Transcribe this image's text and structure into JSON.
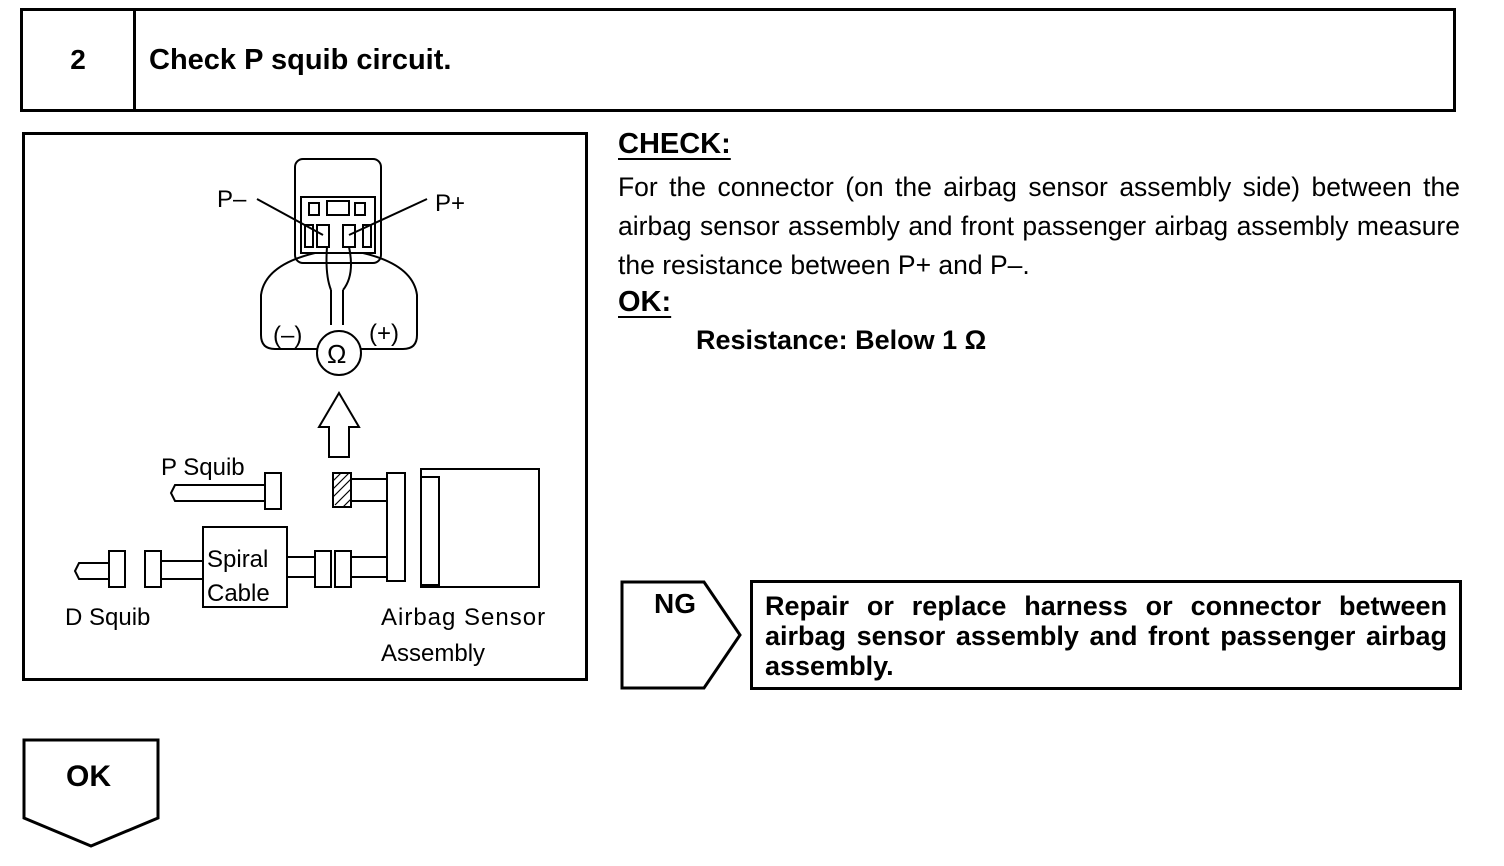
{
  "step": {
    "number": "2",
    "title": "Check P squib circuit."
  },
  "figure": {
    "labels": {
      "p_minus": "P–",
      "p_plus": "P+",
      "neg": "(–)",
      "pos": "(+)",
      "ohm": "Ω",
      "p_squib": "P Squib",
      "d_squib": "D Squib",
      "spiral": "Spiral",
      "cable": "Cable",
      "airbag_sensor": "Airbag Sensor",
      "assembly": "Assembly"
    }
  },
  "check": {
    "heading": "CHECK:",
    "body": "For the connector (on the airbag sensor assembly side) between the airbag sensor assembly and front passenger airbag assembly measure the resistance between P+ and P–."
  },
  "ok": {
    "heading": "OK:",
    "spec": "Resistance: Below 1 Ω"
  },
  "ng": {
    "label": "NG",
    "action": "Repair or replace harness or connector between airbag sensor assembly and front passenger airbag assembly."
  },
  "ok_next": {
    "label": "OK"
  }
}
